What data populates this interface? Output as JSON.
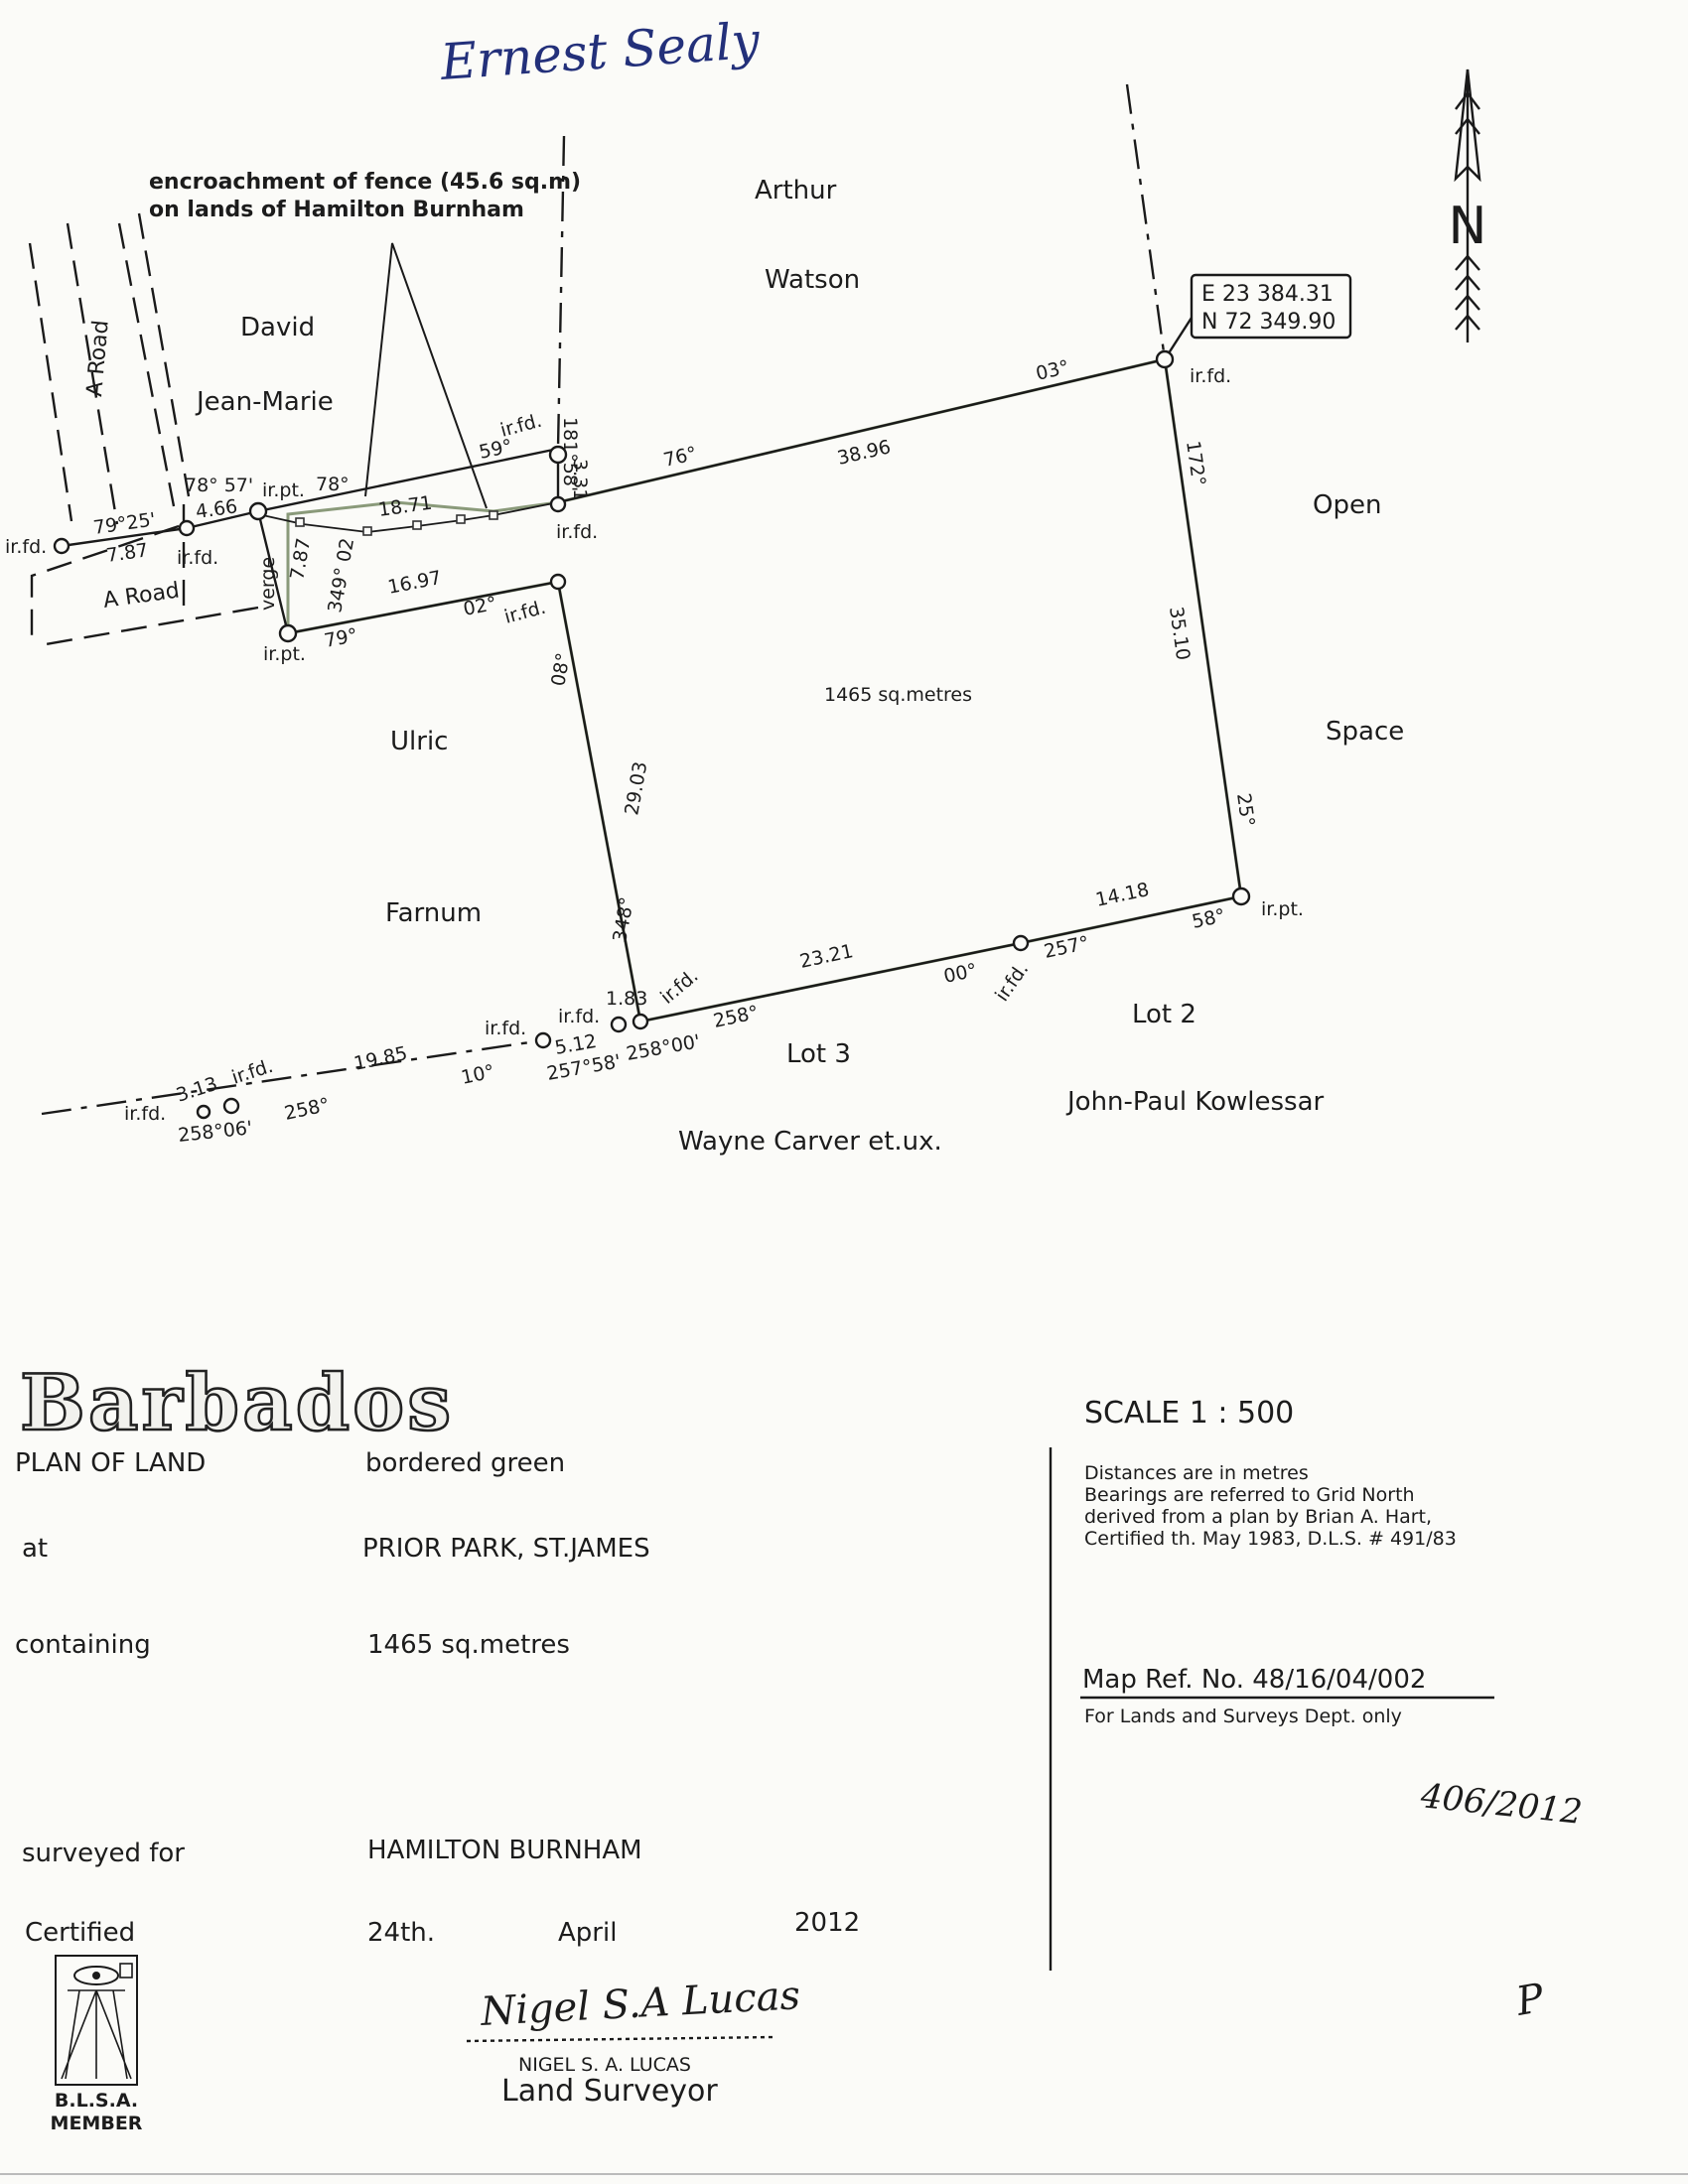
{
  "owner_signature": "Ernest Sealy",
  "north_label": "N",
  "coord_box": {
    "easting": "E 23 384.31",
    "northing": "N 72 349.90"
  },
  "encroachment_note": {
    "line1": "encroachment of fence (45.6 sq.m)",
    "line2": "on lands of Hamilton Burnham"
  },
  "neighbours": {
    "arthur": "Arthur",
    "watson": "Watson",
    "david": "David",
    "jean_marie": "Jean-Marie",
    "ulric": "Ulric",
    "farnum": "Farnum",
    "open": "Open",
    "space": "Space",
    "lot2": "Lot 2",
    "kowlessar": "John-Paul Kowlessar",
    "lot3": "Lot 3",
    "carver": "Wayne Carver et.ux."
  },
  "roads": {
    "road_vertical": "A Road",
    "road_horizontal": "A Road",
    "verge": "verge"
  },
  "area_label": "1465 sq.metres",
  "markers": {
    "ir_fd": "ir.fd.",
    "ir_pt": "ir.pt."
  },
  "measurements": {
    "m_0396": "03°",
    "m_172": "172°",
    "m_3510": "35.10",
    "m_25": "25°",
    "m_1418": "14.18",
    "m_58": "58°",
    "m_257": "257°",
    "m_00": "00°",
    "m_2321": "23.21",
    "m_258a": "258°",
    "m_348": "348°",
    "m_2903": "29.03",
    "m_08": "08°",
    "m_02": "02°",
    "m_1697": "16.97",
    "m_79": "79°",
    "m_349": "349° 02",
    "m_787v": "7.87",
    "m_7857": "78° 57'",
    "m_78": "78°",
    "m_466": "4.66",
    "m_7925": "79°25'",
    "m_787h": "7.87",
    "m_1871": "18.71",
    "m_59": "59°",
    "m_18158": "181°58'",
    "m_331": "3.31",
    "m_76": "76°",
    "m_3896": "38.96",
    "m_183": "1.83",
    "m_512": "5.12",
    "m_25758": "257°58'",
    "m_25800": "258°00'",
    "m_10": "10°",
    "m_1985": "19.85",
    "m_313": "3.13",
    "m_258b": "258°",
    "m_25806": "258°06'"
  },
  "title_block": {
    "country": "Barbados",
    "plan_label": "PLAN OF LAND",
    "plan_value": "bordered green",
    "at_label": "at",
    "at_value": "PRIOR PARK, ST.JAMES",
    "containing_label": "containing",
    "containing_value": "1465 sq.metres",
    "surveyed_label": "surveyed for",
    "surveyed_value": "HAMILTON BURNHAM",
    "certified_label": "Certified",
    "cert_day": "24th.",
    "cert_month": "April",
    "cert_year": "2012"
  },
  "scale_text": "SCALE 1 : 500",
  "notes": [
    "Distances are in metres",
    "Bearings are referred to Grid North",
    "derived from a plan by Brian A. Hart,",
    "Certified th. May 1983, D.L.S. # 491/83"
  ],
  "map_ref": "Map Ref. No. 48/16/04/002",
  "dept_note": "For Lands and Surveys Dept. only",
  "file_number": "406/2012",
  "initials": "P",
  "surveyor_signature": "Nigel S.A Lucas",
  "surveyor_name": "NIGEL S. A. LUCAS",
  "surveyor_title": "Land Surveyor",
  "blsa": {
    "line1": "B.L.S.A.",
    "line2": "MEMBER"
  }
}
